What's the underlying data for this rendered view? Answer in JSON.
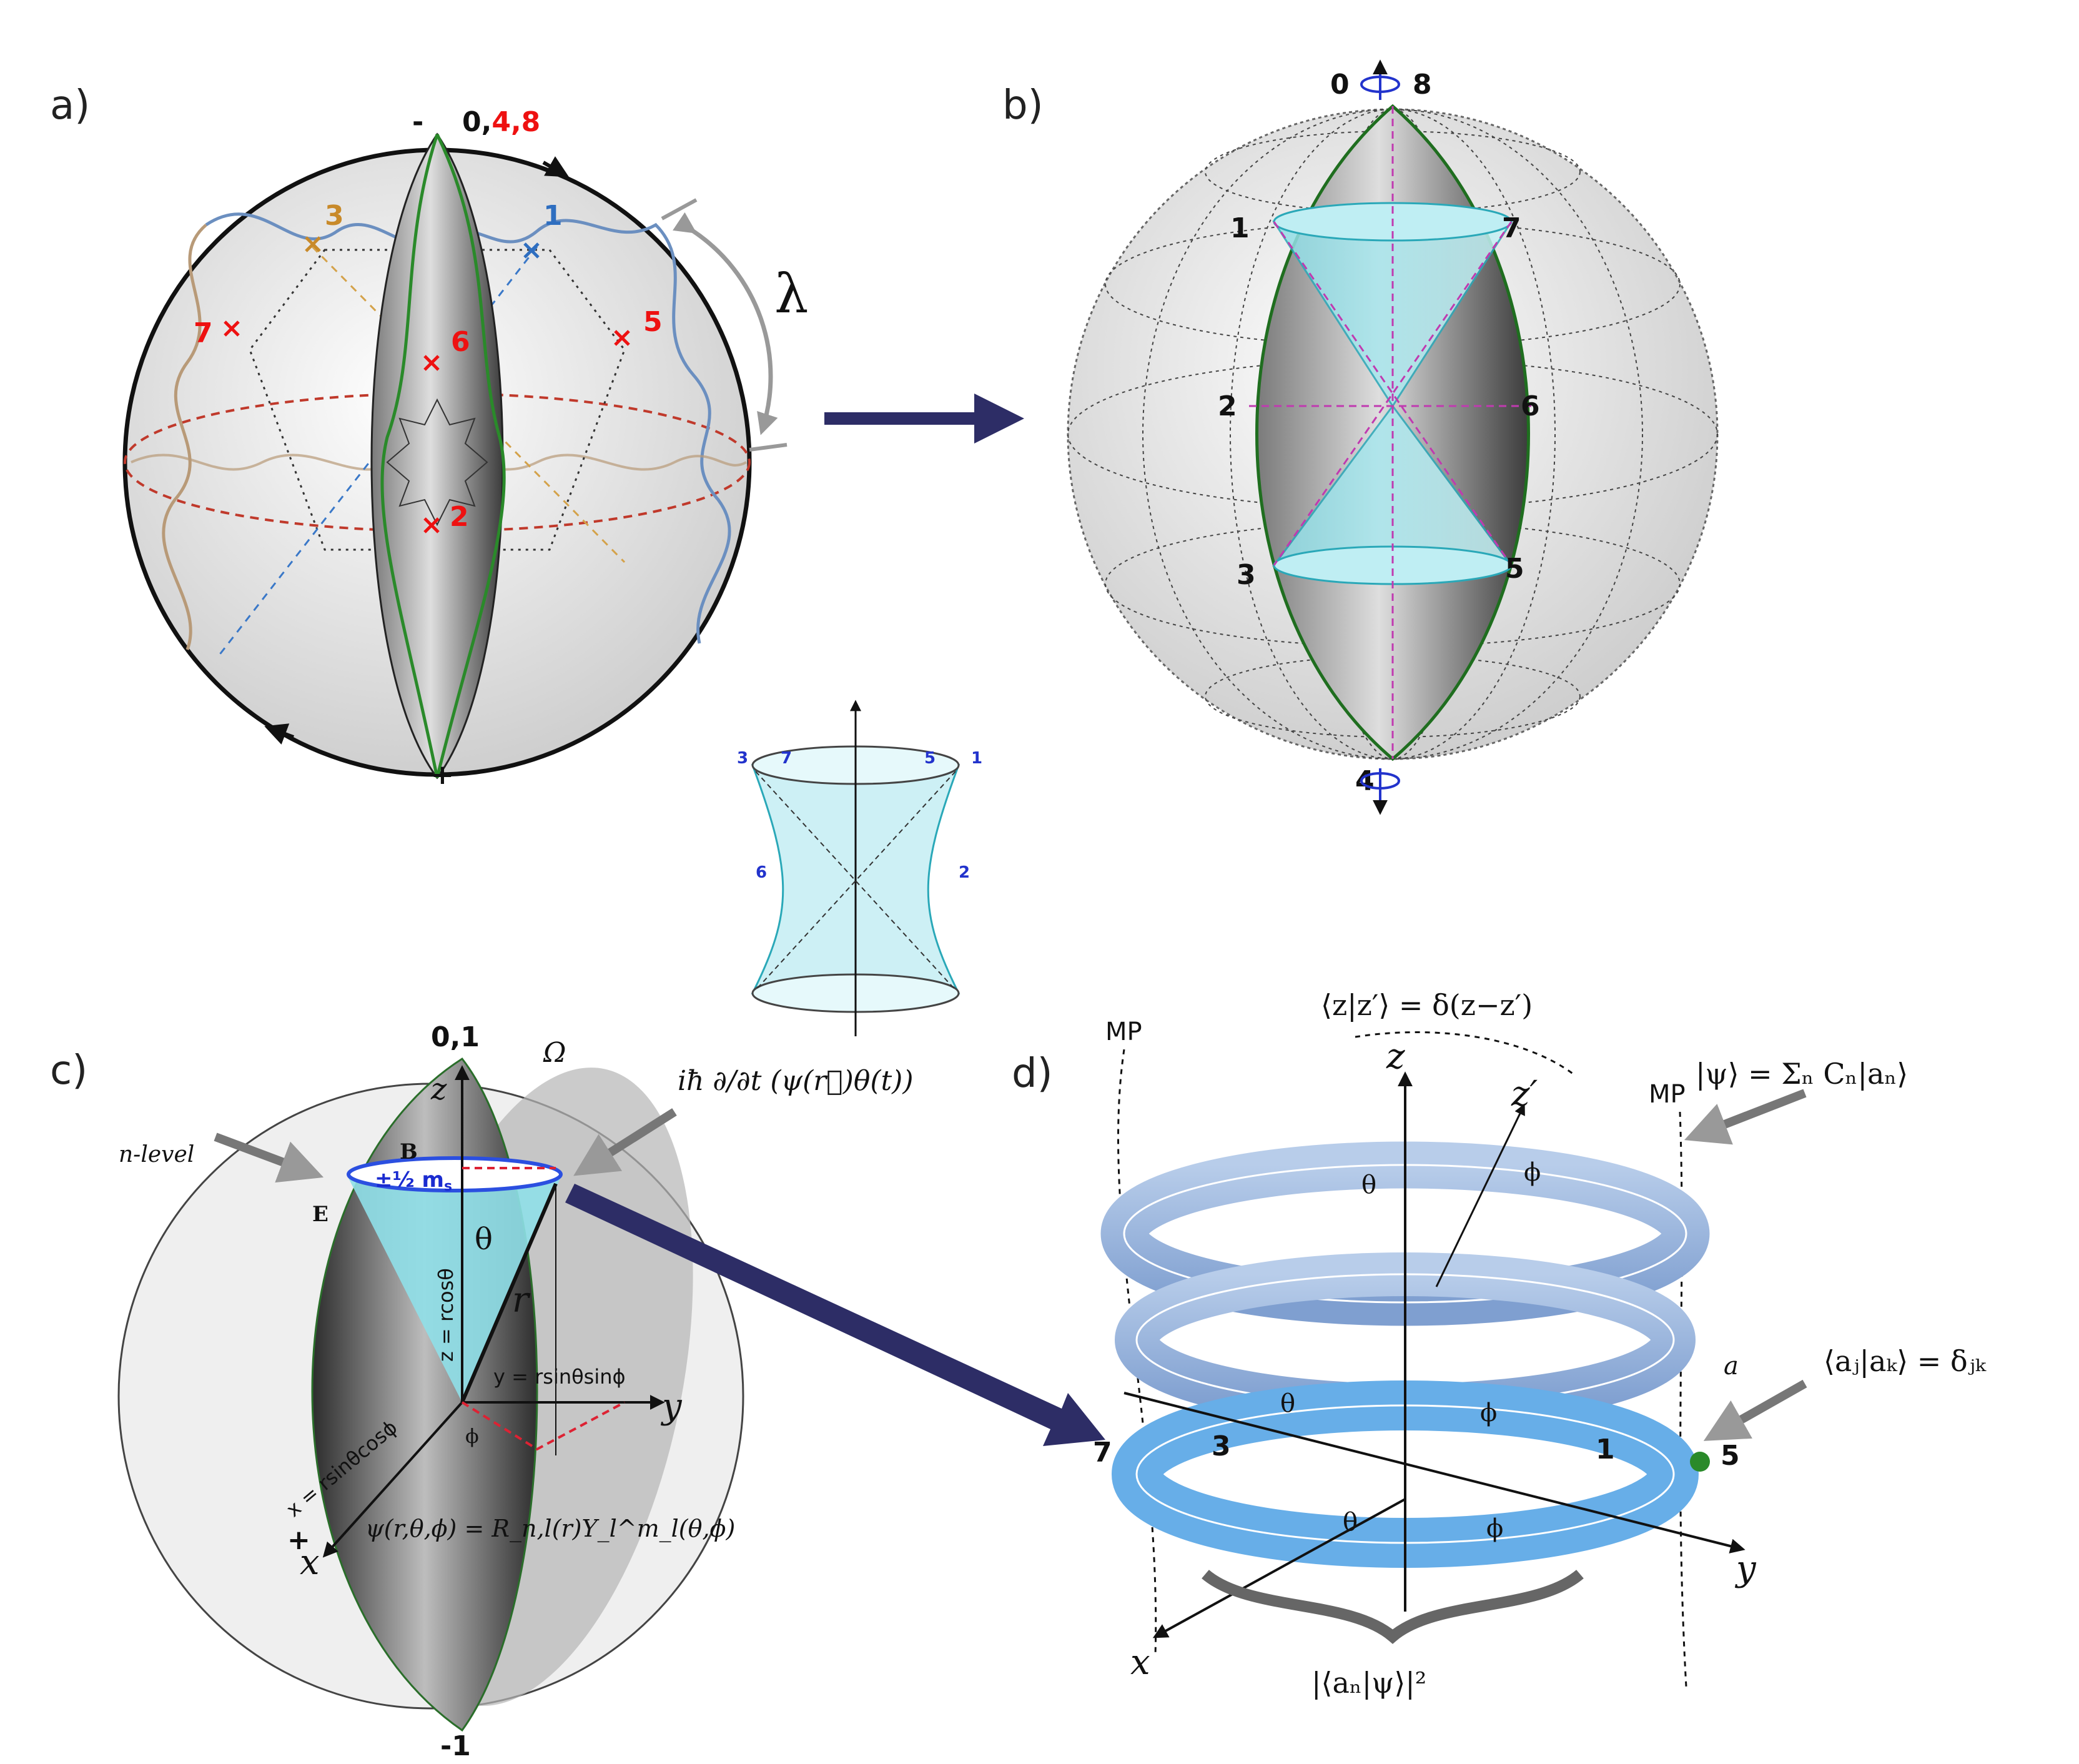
{
  "panels": {
    "a": {
      "label": "a)",
      "top_label_black": "0,",
      "top_label_red": "4,8",
      "minus": "-",
      "plus": "+",
      "lambda": "λ",
      "points": [
        "1",
        "2",
        "3",
        "5",
        "6",
        "7"
      ]
    },
    "b": {
      "label": "b)",
      "top_left": "0",
      "top_right": "8",
      "bottom": "4",
      "points": [
        "1",
        "2",
        "3",
        "5",
        "6",
        "7"
      ]
    },
    "inset": {
      "points": [
        "3",
        "7",
        "5",
        "1",
        "6",
        "2"
      ]
    },
    "c": {
      "label": "c)",
      "top": "0,1",
      "bottom": "-1",
      "omega": "Ω",
      "n_level": "n-level",
      "B": "B",
      "E": "E",
      "spin": "±½ m",
      "spin_sub": "s",
      "z": "z",
      "theta": "θ",
      "r": "r",
      "phi": "ϕ",
      "x": "x",
      "y": "y",
      "z_expr": "z = rcosθ",
      "y_expr": "y = rsinθsinϕ",
      "x_expr": "x = rsinθcosϕ",
      "plus": "+",
      "schrodinger": "iħ ∂/∂t (ψ(r⃗)θ(t))",
      "wavefunction": "ψ(r,θ,ϕ) = R_n,l(r)Y_l^m_l(θ,ϕ)"
    },
    "d": {
      "label": "d)",
      "mp_left": "MP",
      "mp_right": "MP",
      "delta": "⟨z|z′⟩ = δ(z−z′)",
      "z": "z",
      "z_prime": "z′",
      "theta_top": "θ",
      "phi_top": "ϕ",
      "psi_expansion": "|ψ⟩ = Σₙ Cₙ|aₙ⟩",
      "a": "a",
      "theta_mid": "θ",
      "phi_mid": "ϕ",
      "orthonormal": "⟨aⱼ|aₖ⟩ = δⱼₖ",
      "p7": "7",
      "p3": "3",
      "p1": "1",
      "p5": "5",
      "theta_bot": "θ",
      "phi_bot": "ϕ",
      "x": "x",
      "y": "y",
      "probability": "|⟨aₙ|ψ⟩|²"
    }
  }
}
